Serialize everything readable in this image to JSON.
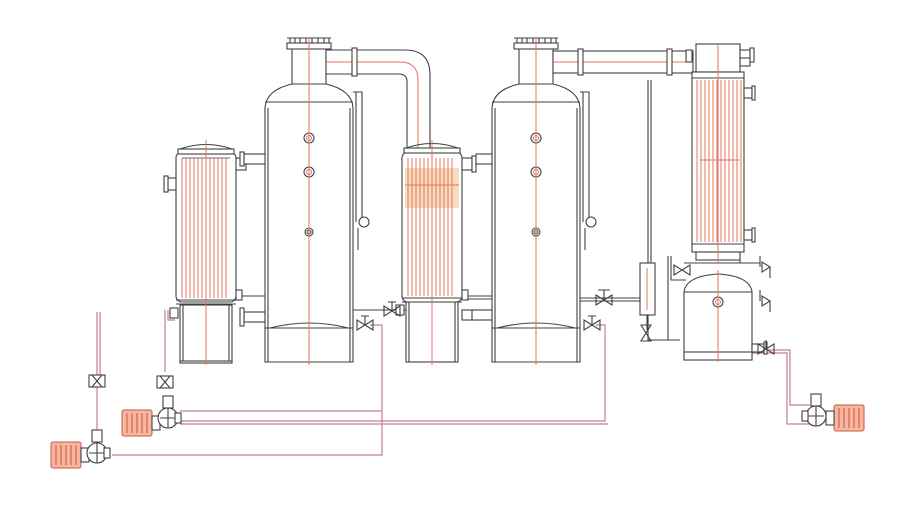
{
  "diagram": {
    "kind": "double-effect evaporator process schematic",
    "text_labels": [],
    "colors": {
      "outline": "#404040",
      "centerline": "#e2765a",
      "piping": "#c07f9a",
      "pump_motor": "#f3b7a2",
      "tube_bundle": "#e2765a",
      "highlight": "#f5c89c"
    },
    "components": [
      {
        "id": "preheater-1",
        "type": "tube-heat-exchanger"
      },
      {
        "id": "evaporator-1",
        "type": "evaporator-vessel"
      },
      {
        "id": "preheater-2",
        "type": "tube-heat-exchanger"
      },
      {
        "id": "evaporator-2",
        "type": "evaporator-vessel"
      },
      {
        "id": "condenser",
        "type": "tube-condenser"
      },
      {
        "id": "receiver",
        "type": "tank"
      },
      {
        "id": "pump-1",
        "type": "centrifugal-pump"
      },
      {
        "id": "pump-2",
        "type": "centrifugal-pump"
      },
      {
        "id": "pump-3",
        "type": "centrifugal-pump"
      }
    ]
  }
}
